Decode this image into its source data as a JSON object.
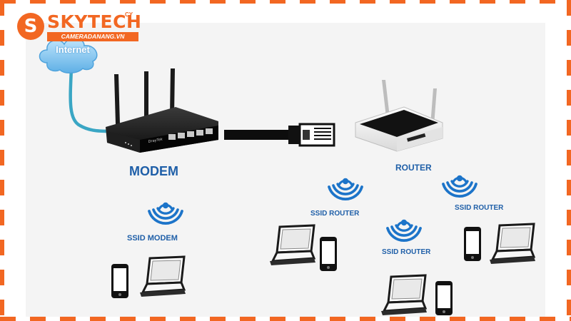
{
  "logo": {
    "brand": "SKYTECH",
    "suffix": "CY",
    "site": "CAMERADANANG.VN",
    "badge_letter": "S"
  },
  "diagram": {
    "cloud_label": "Internet",
    "modem_label": "MODEM",
    "router_label": "ROUTER",
    "ssid_modem_label": "SSID MODEM",
    "ssid_router_labels": [
      "SSID ROUTER",
      "SSID ROUTER",
      "SSID ROUTER"
    ],
    "modem_brand_text": "DrayTek"
  },
  "colors": {
    "accent": "#f26722",
    "label_blue": "#1f5fa8",
    "wifi_blue": "#1c74c9",
    "cable_teal": "#3aa6c4",
    "cloud_blue": "#7cc2ef"
  },
  "icons": [
    "cloud-icon",
    "modem-icon",
    "router-icon",
    "ethernet-cable-icon",
    "wifi-icon",
    "laptop-icon",
    "phone-icon"
  ]
}
